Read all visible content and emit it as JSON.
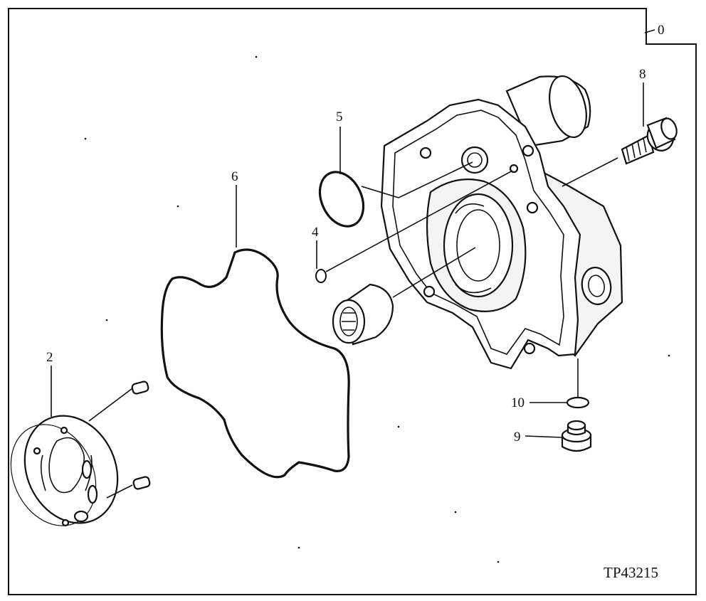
{
  "diagram": {
    "reference_code": "TP43215",
    "callouts": {
      "c0": "0",
      "c2": "2",
      "c4": "4",
      "c5": "5",
      "c6": "6",
      "c8": "8",
      "c9": "9",
      "c10": "10"
    }
  }
}
